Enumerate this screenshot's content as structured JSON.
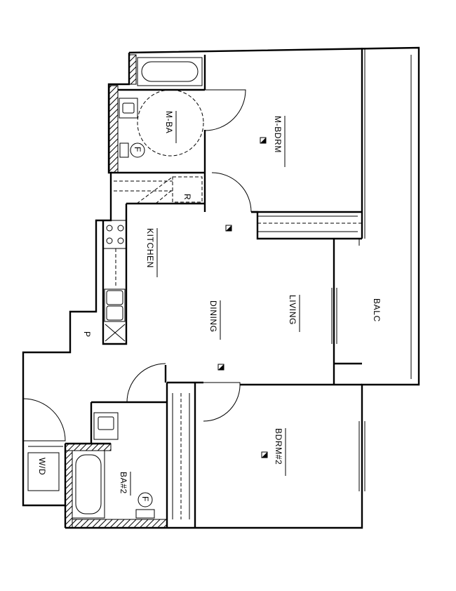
{
  "floor_plan": {
    "rooms": [
      {
        "id": "m-ba",
        "label": "M-BA"
      },
      {
        "id": "m-bdrm",
        "label": "M-BDRM"
      },
      {
        "id": "kitchen",
        "label": "KITCHEN"
      },
      {
        "id": "dining",
        "label": "DINING"
      },
      {
        "id": "living",
        "label": "LIVING"
      },
      {
        "id": "balc",
        "label": "BALC"
      },
      {
        "id": "bdrm2",
        "label": "BDRM#2"
      },
      {
        "id": "ba2",
        "label": "BA#2"
      }
    ],
    "fixtures": {
      "fridge": "R",
      "pantry": "P",
      "washer_dryer": "W/D",
      "toilet_mark": "F"
    }
  }
}
